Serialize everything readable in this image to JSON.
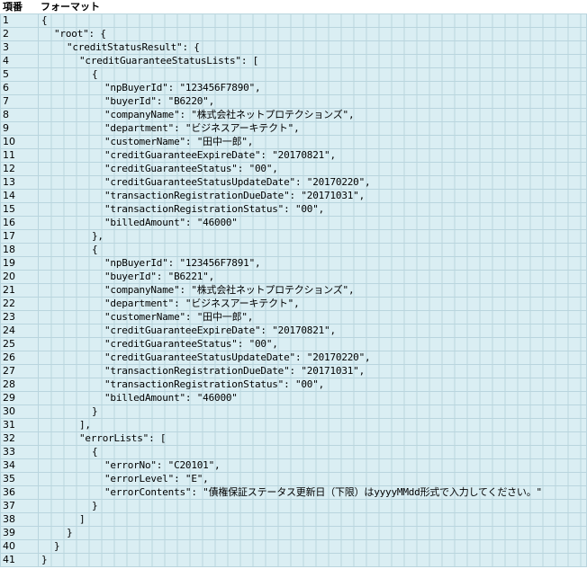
{
  "headers": {
    "number": "項番",
    "format": "フォーマット"
  },
  "rows": [
    {
      "no": "1",
      "indent": 3,
      "text": "{"
    },
    {
      "no": "2",
      "indent": 4,
      "text": "\"root\": {"
    },
    {
      "no": "3",
      "indent": 5,
      "text": "\"creditStatusResult\": {"
    },
    {
      "no": "4",
      "indent": 6,
      "text": "\"creditGuaranteeStatusLists\": ["
    },
    {
      "no": "5",
      "indent": 7,
      "text": "{"
    },
    {
      "no": "6",
      "indent": 8,
      "text": "\"npBuyerId\": \"123456F7890\","
    },
    {
      "no": "7",
      "indent": 8,
      "text": "\"buyerId\": \"B6220\","
    },
    {
      "no": "8",
      "indent": 8,
      "text": "\"companyName\": \"株式会社ネットプロテクションズ\","
    },
    {
      "no": "9",
      "indent": 8,
      "text": "\"department\": \"ビジネスアーキテクト\","
    },
    {
      "no": "10",
      "indent": 8,
      "text": "\"customerName\": \"田中一郎\","
    },
    {
      "no": "11",
      "indent": 8,
      "text": "\"creditGuaranteeExpireDate\": \"20170821\","
    },
    {
      "no": "12",
      "indent": 8,
      "text": "\"creditGuaranteeStatus\": \"00\","
    },
    {
      "no": "13",
      "indent": 8,
      "text": "\"creditGuaranteeStatusUpdateDate\": \"20170220\","
    },
    {
      "no": "14",
      "indent": 8,
      "text": "\"transactionRegistrationDueDate\": \"20171031\","
    },
    {
      "no": "15",
      "indent": 8,
      "text": "\"transactionRegistrationStatus\": \"00\","
    },
    {
      "no": "16",
      "indent": 8,
      "text": "\"billedAmount\": \"46000\""
    },
    {
      "no": "17",
      "indent": 7,
      "text": "},"
    },
    {
      "no": "18",
      "indent": 7,
      "text": "{"
    },
    {
      "no": "19",
      "indent": 8,
      "text": "\"npBuyerId\": \"123456F7891\","
    },
    {
      "no": "20",
      "indent": 8,
      "text": "\"buyerId\": \"B6221\","
    },
    {
      "no": "21",
      "indent": 8,
      "text": "\"companyName\": \"株式会社ネットプロテクションズ\","
    },
    {
      "no": "22",
      "indent": 8,
      "text": "\"department\": \"ビジネスアーキテクト\","
    },
    {
      "no": "23",
      "indent": 8,
      "text": "\"customerName\": \"田中一郎\","
    },
    {
      "no": "24",
      "indent": 8,
      "text": "\"creditGuaranteeExpireDate\": \"20170821\","
    },
    {
      "no": "25",
      "indent": 8,
      "text": "\"creditGuaranteeStatus\": \"00\","
    },
    {
      "no": "26",
      "indent": 8,
      "text": "\"creditGuaranteeStatusUpdateDate\": \"20170220\","
    },
    {
      "no": "27",
      "indent": 8,
      "text": "\"transactionRegistrationDueDate\": \"20171031\","
    },
    {
      "no": "28",
      "indent": 8,
      "text": "\"transactionRegistrationStatus\": \"00\","
    },
    {
      "no": "29",
      "indent": 8,
      "text": "\"billedAmount\": \"46000\""
    },
    {
      "no": "30",
      "indent": 7,
      "text": "}"
    },
    {
      "no": "31",
      "indent": 6,
      "text": "],"
    },
    {
      "no": "32",
      "indent": 6,
      "text": "\"errorLists\": ["
    },
    {
      "no": "33",
      "indent": 7,
      "text": "{"
    },
    {
      "no": "34",
      "indent": 8,
      "text": "\"errorNo\": \"C20101\","
    },
    {
      "no": "35",
      "indent": 8,
      "text": "\"errorLevel\": \"E\","
    },
    {
      "no": "36",
      "indent": 8,
      "text": "\"errorContents\": \"債権保証ステータス更新日（下限）はyyyyMMdd形式で入力してください。\""
    },
    {
      "no": "37",
      "indent": 7,
      "text": "}"
    },
    {
      "no": "38",
      "indent": 6,
      "text": "]"
    },
    {
      "no": "39",
      "indent": 5,
      "text": "}"
    },
    {
      "no": "40",
      "indent": 4,
      "text": "}"
    },
    {
      "no": "41",
      "indent": 3,
      "text": "}"
    }
  ]
}
